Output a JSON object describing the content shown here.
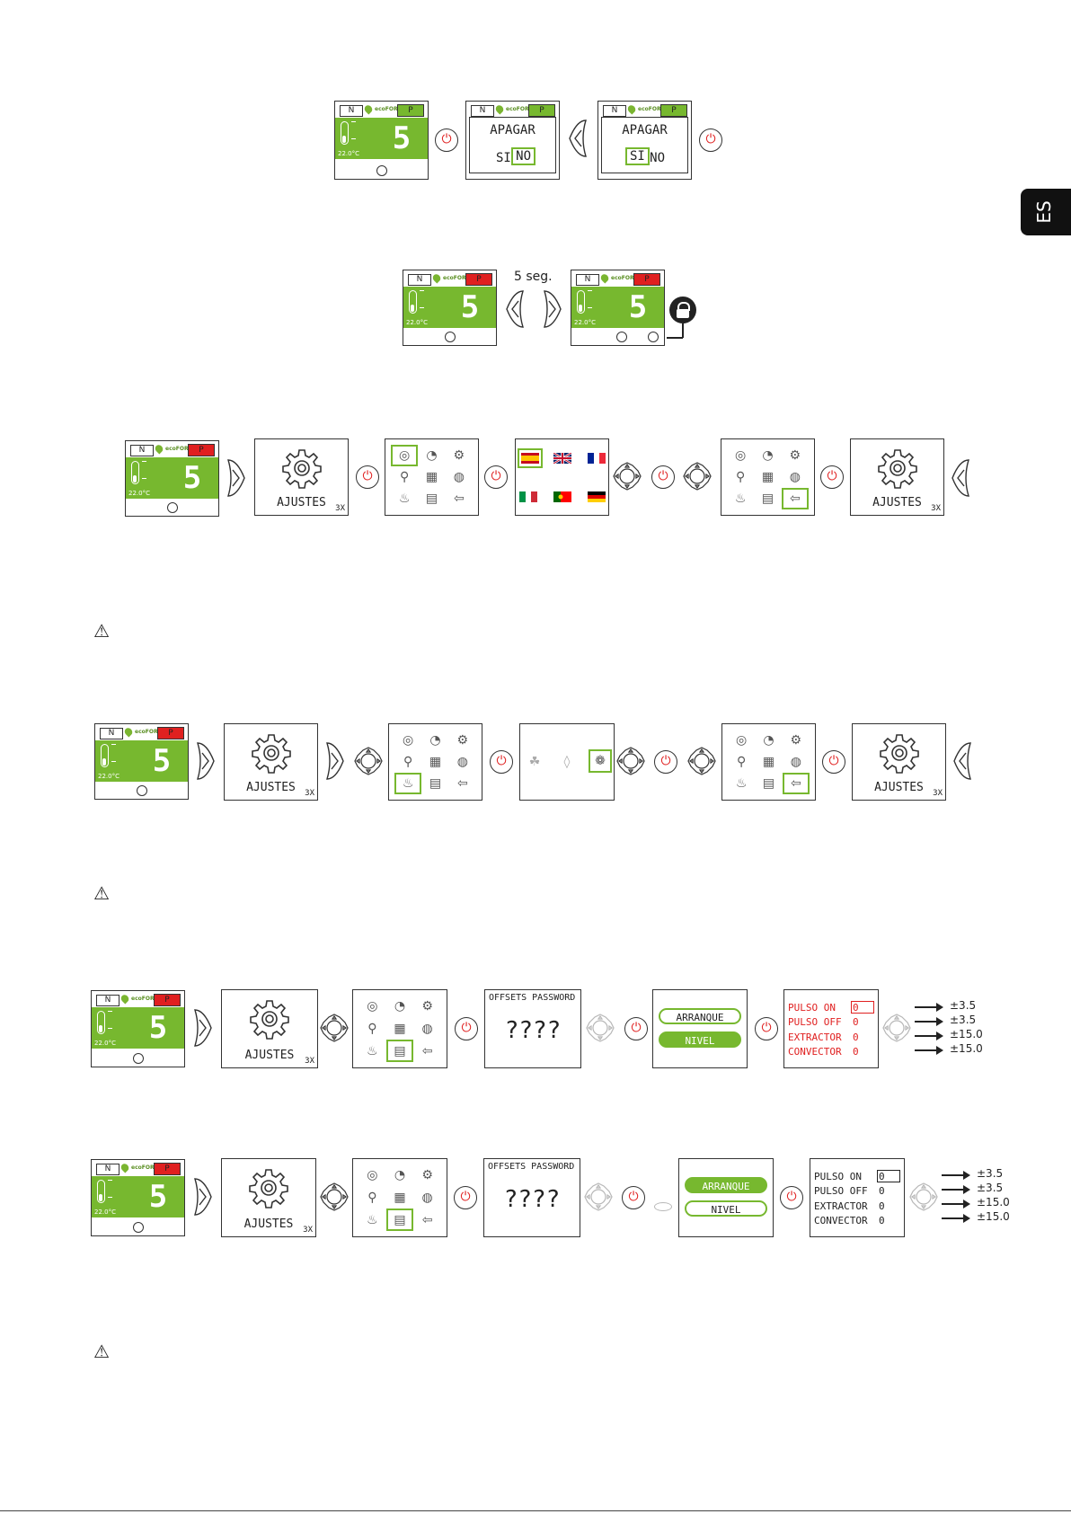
{
  "side_tab": {
    "label": "ES"
  },
  "home": {
    "n_label": "N",
    "logo_text": "ecoFOREST",
    "p_label": "P",
    "temp": "22.0°C",
    "level": "5"
  },
  "power_symbol": "⏻",
  "seg_label": "5 seg.",
  "lock_symbol": "🔒",
  "apagar": {
    "title": "APAGAR",
    "yes": "SI",
    "no": "NO"
  },
  "ajustes": {
    "label": "AJUSTES",
    "repeat": "3X"
  },
  "offsets": {
    "title": "OFFSETS PASSWORD",
    "mask": "????"
  },
  "modes": {
    "arranque": "ARRANQUE",
    "nivel": "NIVEL"
  },
  "params": [
    {
      "label": "PULSO ON",
      "value": "0"
    },
    {
      "label": "PULSO OFF",
      "value": "0"
    },
    {
      "label": "EXTRACTOR",
      "value": "0"
    },
    {
      "label": "CONVECTOR",
      "value": "0"
    }
  ],
  "ranges": [
    "±3.5",
    "±3.5",
    "±15.0",
    "±15.0"
  ],
  "warning_symbol": "⚠",
  "colors": {
    "accent_green": "#77b82f",
    "red": "#e02020",
    "p_red": "#e02020",
    "p_green": "#77b82f"
  }
}
